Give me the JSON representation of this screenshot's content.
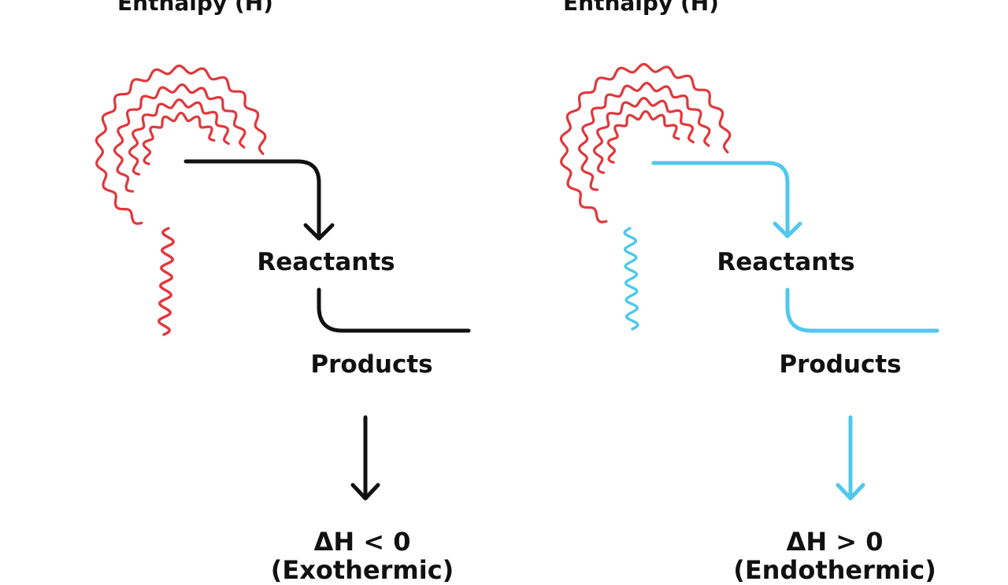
{
  "colors": {
    "heat_wave": "#e0383c",
    "exothermic_arrow": "#111111",
    "endothermic_arrow": "#4fc8ec"
  },
  "panels": [
    {
      "axis_title": "Enthalpy (H)",
      "reactants_label": "Reactants",
      "products_label": "Products",
      "delta_label": "ΔH < 0",
      "caption": "(Exothermic)",
      "icon": "heat-spiral-wave",
      "arrow_color": "#111111",
      "tail_color": "#e0383c"
    },
    {
      "axis_title": "Enthalpy (H)",
      "reactants_label": "Reactants",
      "products_label": "Products",
      "delta_label": "ΔH > 0",
      "caption": "(Endothermic)",
      "icon": "heat-spiral-wave",
      "arrow_color": "#4fc8ec",
      "tail_color": "#4fc8ec"
    }
  ]
}
